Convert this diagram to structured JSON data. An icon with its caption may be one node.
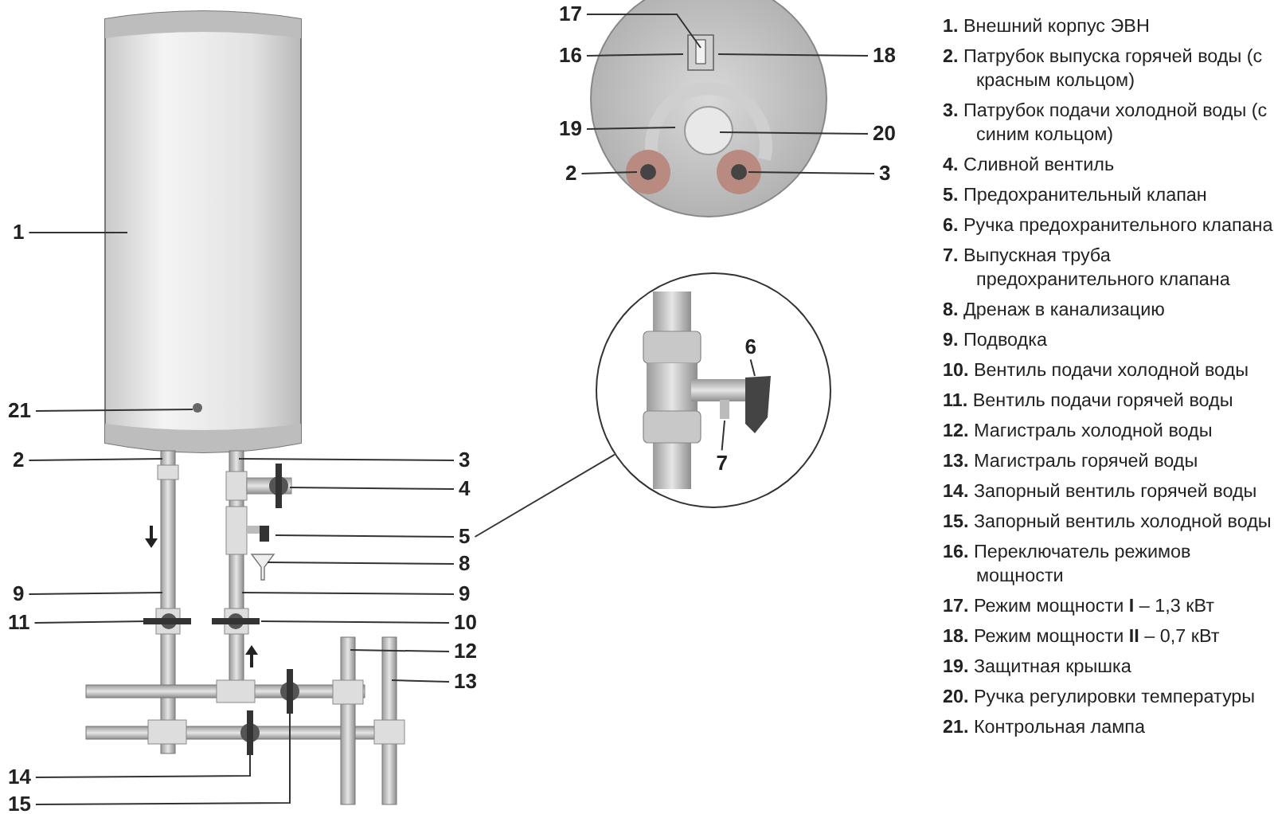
{
  "diagram": {
    "nodes": [
      {
        "text": [
          "17"
        ]
      },
      {
        "text": [
          "16"
        ]
      },
      {
        "text": [
          "18"
        ]
      },
      {
        "text": [
          "19"
        ]
      },
      {
        "text": [
          "20"
        ]
      },
      {
        "text": [
          "2"
        ]
      },
      {
        "text": [
          "3"
        ]
      },
      {
        "text": [
          "1"
        ]
      },
      {
        "text": [],
        "shape": "circle"
      },
      {
        "text": [
          "6"
        ],
        "in": 8
      },
      {
        "text": [
          "7"
        ],
        "in": 8
      },
      {
        "text": [
          "21"
        ]
      },
      {
        "text": [
          "2"
        ]
      },
      {
        "text": [
          "3"
        ]
      },
      {
        "text": [
          "4"
        ]
      },
      {
        "text": [
          "5"
        ]
      },
      {
        "text": [
          "8"
        ]
      },
      {
        "text": [
          "9"
        ]
      },
      {
        "text": [
          "9"
        ]
      },
      {
        "text": [
          "11"
        ]
      },
      {
        "text": [
          "10"
        ]
      },
      {
        "text": [
          "12"
        ]
      },
      {
        "text": [
          "13"
        ]
      },
      {
        "text": [
          "14"
        ]
      },
      {
        "text": [
          "15"
        ]
      }
    ],
    "edges": [
      {
        "from": 0,
        "to": null,
        "arrow": "none"
      },
      {
        "from": 1,
        "to": null,
        "arrow": "none"
      },
      {
        "from": 2,
        "to": null,
        "arrow": "none"
      },
      {
        "from": 3,
        "to": null,
        "arrow": "none"
      },
      {
        "from": 4,
        "to": null,
        "arrow": "none"
      },
      {
        "from": 5,
        "to": null,
        "arrow": "none"
      },
      {
        "from": 6,
        "to": null,
        "arrow": "none"
      },
      {
        "from": 7,
        "to": null,
        "arrow": "none"
      },
      {
        "from": 9,
        "to": null,
        "arrow": "none"
      },
      {
        "from": 10,
        "to": null,
        "arrow": "none"
      },
      {
        "from": 11,
        "to": null,
        "arrow": "none"
      },
      {
        "from": 12,
        "to": null,
        "arrow": "none"
      },
      {
        "from": 13,
        "to": null,
        "arrow": "none"
      },
      {
        "from": 14,
        "to": null,
        "arrow": "none"
      },
      {
        "from": 15,
        "to": null,
        "arrow": "none"
      },
      {
        "from": 15,
        "to": 8,
        "arrow": "none"
      },
      {
        "from": 16,
        "to": null,
        "arrow": "none"
      },
      {
        "from": 17,
        "to": null,
        "arrow": "none"
      },
      {
        "from": 18,
        "to": null,
        "arrow": "none"
      },
      {
        "from": 19,
        "to": null,
        "arrow": "none"
      },
      {
        "from": 20,
        "to": null,
        "arrow": "none"
      },
      {
        "from": 21,
        "to": null,
        "arrow": "none"
      },
      {
        "from": 22,
        "to": null,
        "arrow": "none"
      },
      {
        "from": 23,
        "to": null,
        "arrow": "none"
      },
      {
        "from": 24,
        "to": null,
        "arrow": "none"
      }
    ],
    "labels": [
      "**1.** Внешний корпус ЭВН",
      "**2.** Патрубок выпуска горячей воды (с красным кольцом)",
      "**3.** Патрубок подачи холодной воды (с синим кольцом)",
      "**4.** Сливной вентиль",
      "**5.** Предохранительный клапан",
      "**6.** Ручка предохранительного клапана",
      "**7.** Выпускная труба предохранительного клапана",
      "**8.** Дренаж в канализацию",
      "**9.** Подводка",
      "**10.** Вентиль подачи холодной воды",
      "**11.** Вентиль подачи горячей воды",
      "**12.** Магистраль холодной воды",
      "**13.** Магистраль горячей воды",
      "**14.** Запорный вентиль горячей воды",
      "**15.** Запорный вентиль холодной воды",
      "**16.** Переключатель режимов мощности",
      "**17.** Режим мощности **I** – 1,3 кВт",
      "**18.** Режим мощности **II** – 0,7 кВт",
      "**19.** Защитная крышка",
      "**20.** Ручка регулировки температуры",
      "**21.** Контрольная лампа"
    ]
  }
}
